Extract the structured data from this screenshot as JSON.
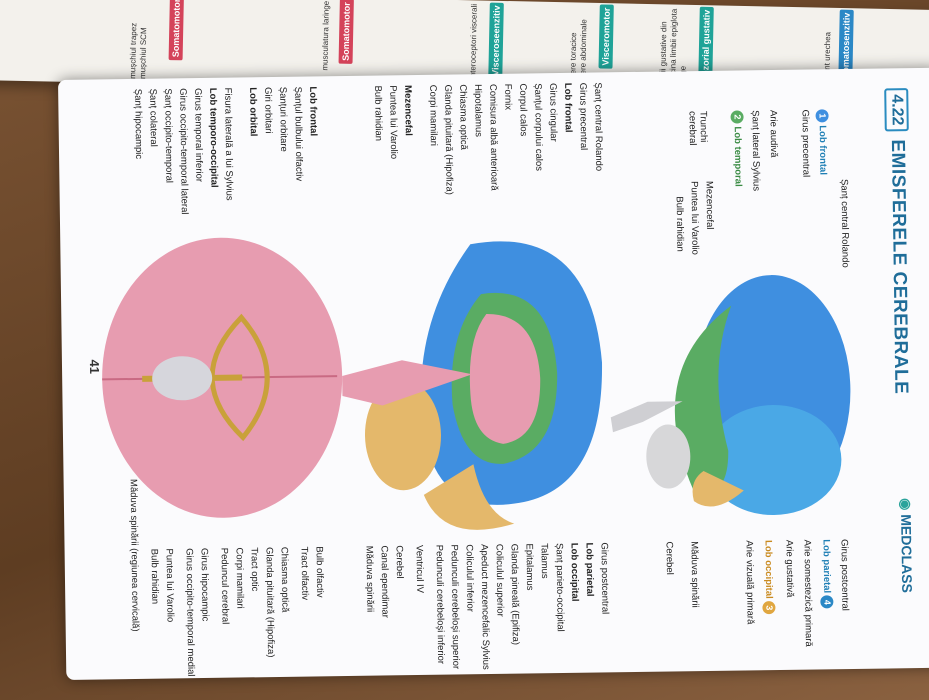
{
  "prev_page": {
    "tags": [
      "Somatosenzitiv",
      "Senzorial gustativ",
      "Visceroseenzitiv",
      "Visceromotor",
      "Somatomotor",
      "Somatomotor"
    ],
    "texts": [
      "ligament urechea internă",
      "ugunii gustative din rădăcina limbii epiglota faringe",
      "viscere toracice viscere abdominale",
      "interoceptori viscerali",
      "musculatura laringe",
      "mușchiul trapez mușchiul SCM"
    ],
    "colors": {
      "blue": "#2b88c6",
      "teal": "#1fa398",
      "red": "#d4435a"
    }
  },
  "header": {
    "section": "4.22",
    "title": "EMISFERELE CEREBRALE",
    "brand": "MEDCLASS",
    "page_number": "41"
  },
  "colors": {
    "frontal": "#3f8fe0",
    "parietal": "#4aa8e6",
    "temporal": "#5aac63",
    "occipital": "#e4b86b",
    "cerebellum": "#d7d7d9",
    "section_blue": "#1f6d99",
    "brain_pink": "#e79cb0",
    "vessels": "#c9a13a"
  },
  "lateral_view": {
    "left_labels": [
      "Șanț central Rolando",
      "Lob frontal",
      "Girus precentral",
      "Arie audivă",
      "Șanț lateral Sylvius",
      "Lob temporal",
      "Trunchi cerebral",
      "Mezencefal",
      "Puntea lui Varolio",
      "Bulb rahidian"
    ],
    "right_labels": [
      "Girus postcentral",
      "Lob parietal",
      "Arie somestezică primară",
      "Arie gustativă",
      "Lob occipital",
      "Arie vizuală primară",
      "Măduva spinării",
      "Cerebel"
    ],
    "numbers": {
      "frontal": "1",
      "temporal": "2",
      "occipital": "3",
      "parietal": "4"
    }
  },
  "sagittal_view": {
    "left_labels": [
      "Șanț central Rolando",
      "Girus precentral",
      "Lob frontal",
      "Girus cingular",
      "Șanțul corpului calos",
      "Corpul calos",
      "Fornix",
      "Comisura albă anterioară",
      "Hipotalamus",
      "Chiasma optică",
      "Glanda pituitară (Hipofiza)",
      "Corpi mamilari",
      "Mezencefal",
      "Puntea lui Varolio",
      "Bulb rahidian"
    ],
    "right_labels": [
      "Girus postcentral",
      "Lob parietal",
      "Lob occipital",
      "Șanț parieto-occipital",
      "Talamus",
      "Epitalamus",
      "Glanda pineală (Epifiza)",
      "Coliculul superior",
      "Apeduct mezencefalic Sylvius",
      "Coliculul inferior",
      "Pedunculi cerebeloși superior",
      "Pedunculi cerebeloși inferior",
      "Ventricul IV",
      "Cerebel",
      "Canal ependimar",
      "Măduva spinării"
    ]
  },
  "inferior_view": {
    "left_labels": [
      "Lob frontal",
      "Șanțul bulbului olfactiv",
      "Șanțuri orbitare",
      "Giri orbitari",
      "Lob orbital",
      "Fisura laterală a lui Sylvius",
      "Lob temporo-occipital",
      "Girus temporal inferior",
      "Girus occipito-temporal lateral",
      "Șanț occipito-temporal",
      "Șanț colateral",
      "Șanț hipocampic"
    ],
    "right_labels": [
      "Bulb olfactiv",
      "Tract olfactiv",
      "Chiasma optică",
      "Glanda pituitară (Hipofiza)",
      "Tract optic",
      "Corpi mamilari",
      "Peduncul cerebral",
      "Girus hipocampic",
      "Girus occipito-temporal medial",
      "Puntea lui Varolio",
      "Bulb rahidian",
      "Măduva spinării (regiunea cervicală)"
    ]
  }
}
